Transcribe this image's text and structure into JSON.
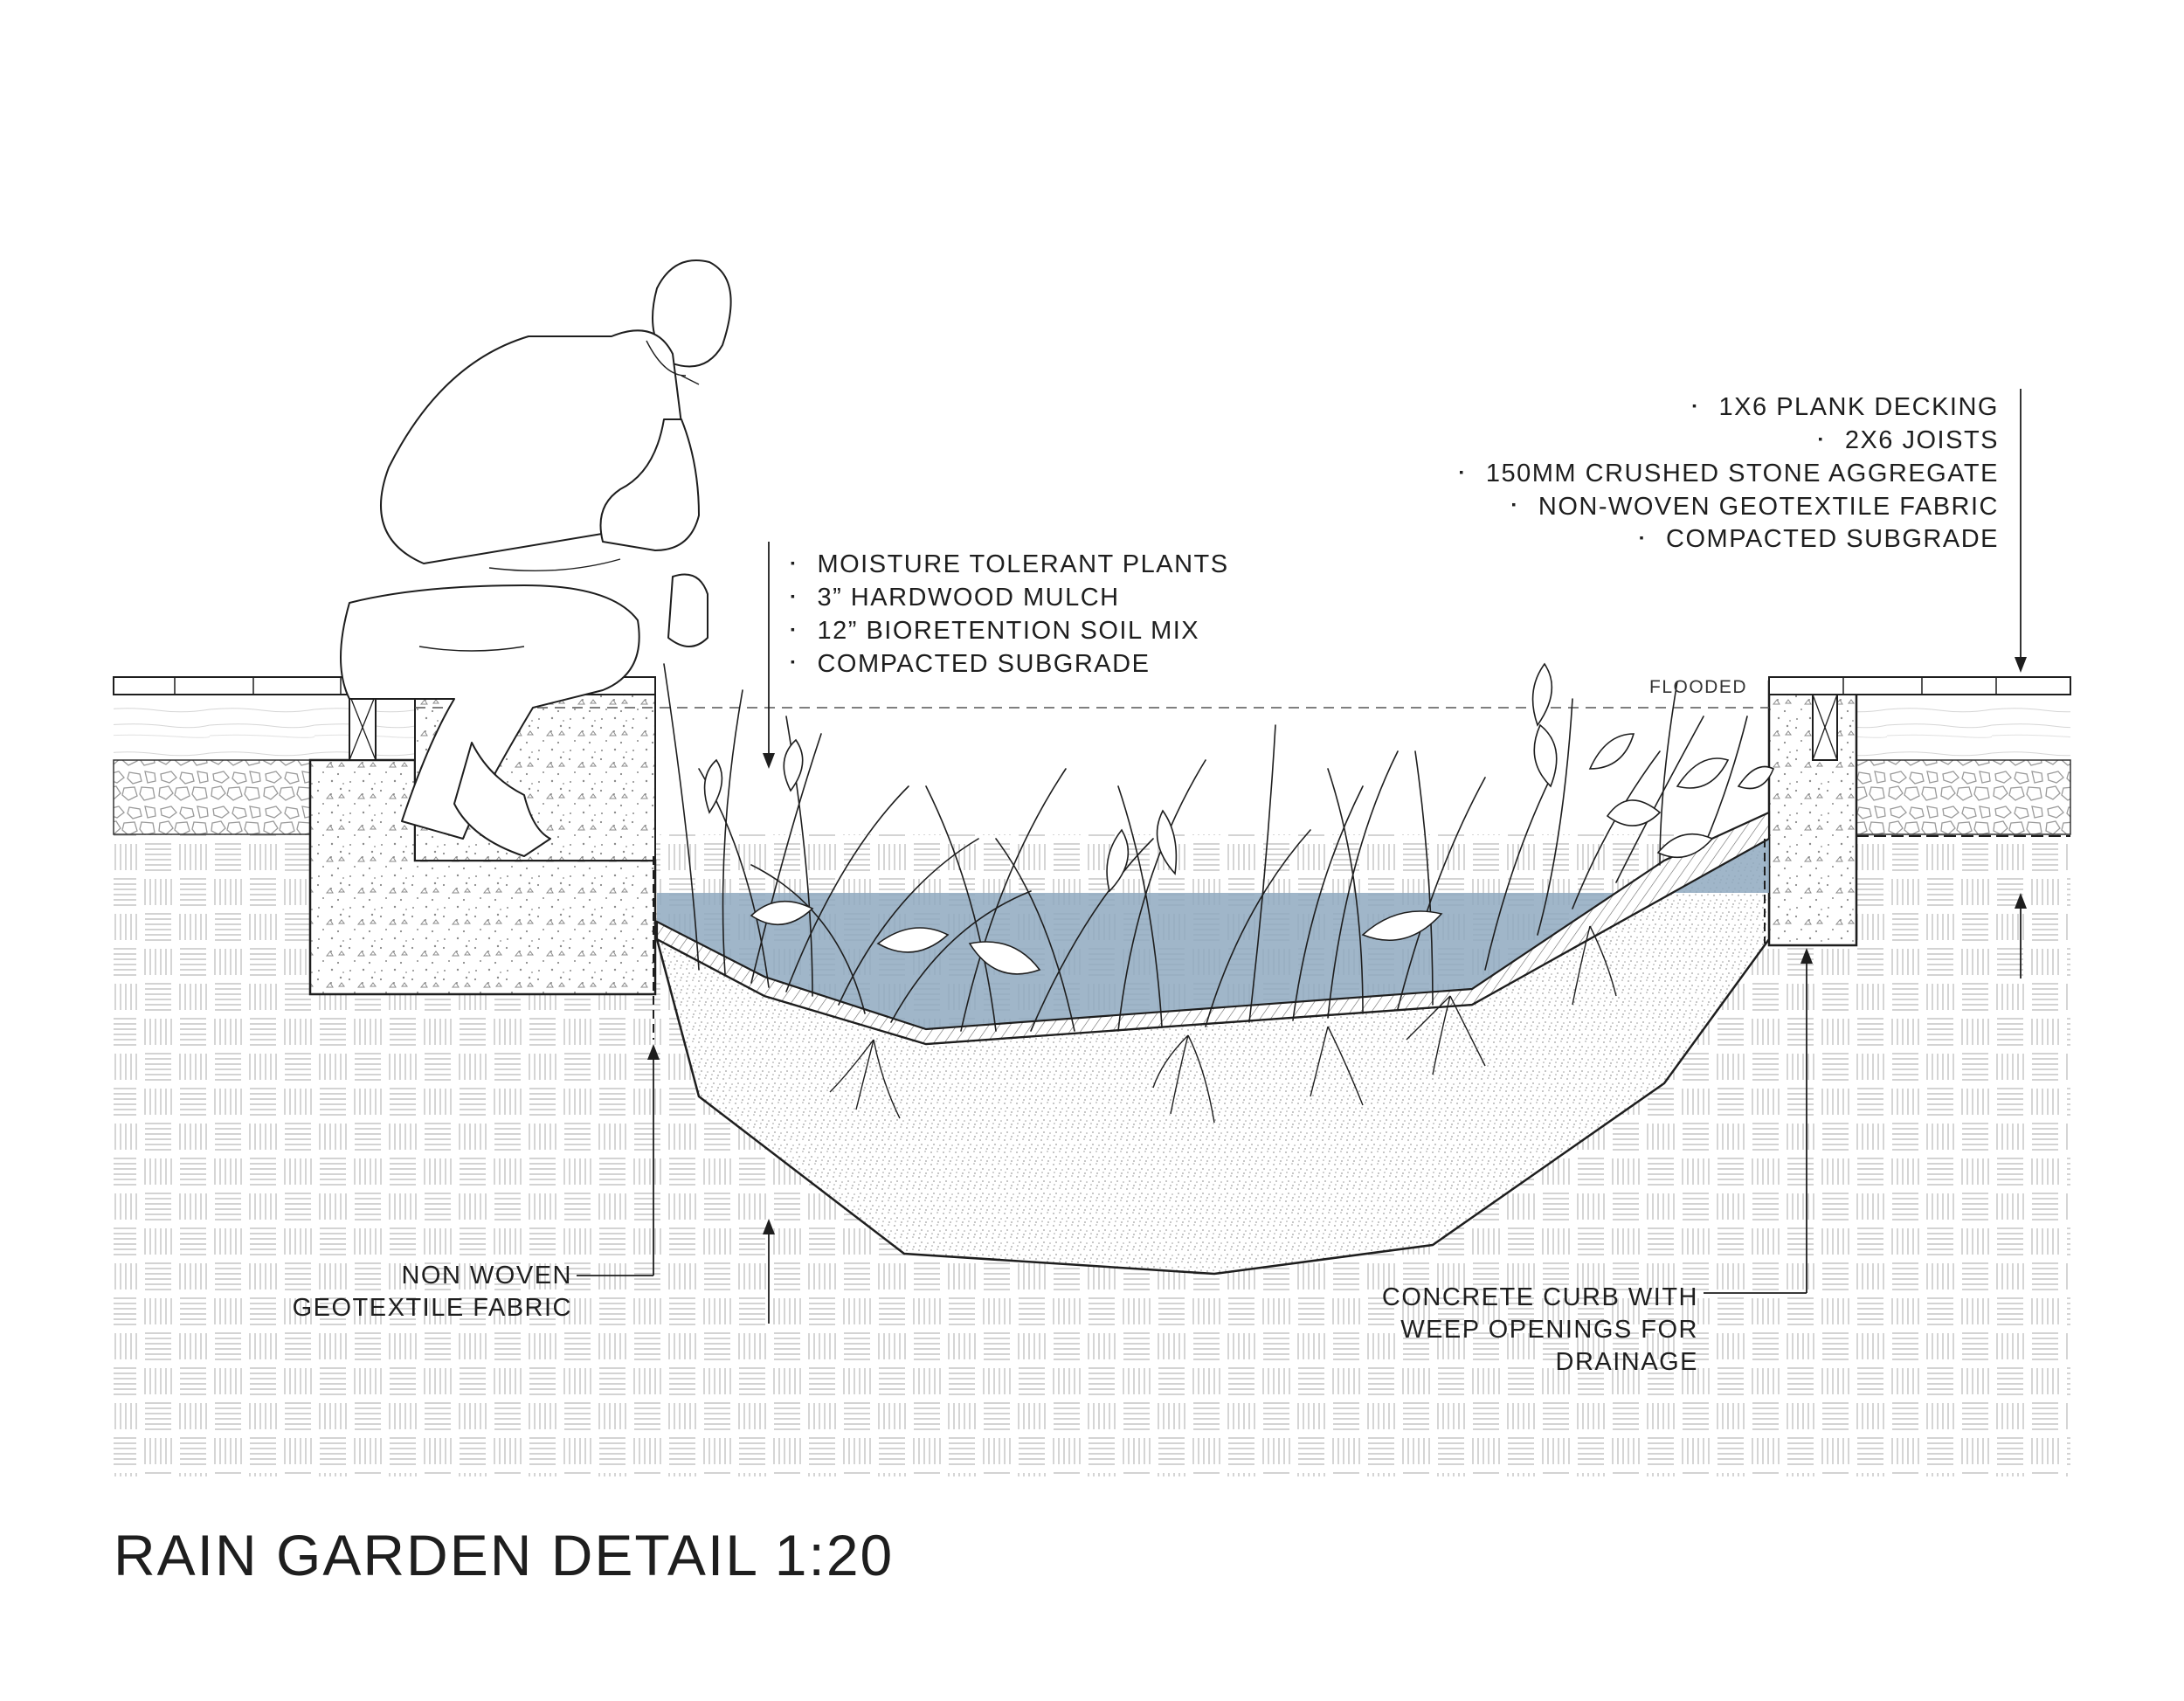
{
  "title": "RAIN GARDEN DETAIL 1:20",
  "flood_label": "FLOODED",
  "deck_layers": [
    "1X6 PLANK DECKING",
    "2X6 JOISTS",
    "150MM CRUSHED STONE AGGREGATE",
    "NON-WOVEN GEOTEXTILE FABRIC",
    "COMPACTED SUBGRADE"
  ],
  "garden_layers": [
    "MOISTURE TOLERANT PLANTS",
    "3” HARDWOOD MULCH",
    "12” BIORETENTION SOIL MIX",
    "COMPACTED SUBGRADE"
  ],
  "geotextile_note": [
    "NON WOVEN",
    "GEOTEXTILE FABRIC"
  ],
  "curb_note": [
    "CONCRETE CURB WITH",
    "WEEP OPENINGS FOR",
    "DRAINAGE"
  ],
  "colors": {
    "ink": "#1e1e1e",
    "water": "#8fa9c0",
    "background": "#ffffff"
  }
}
